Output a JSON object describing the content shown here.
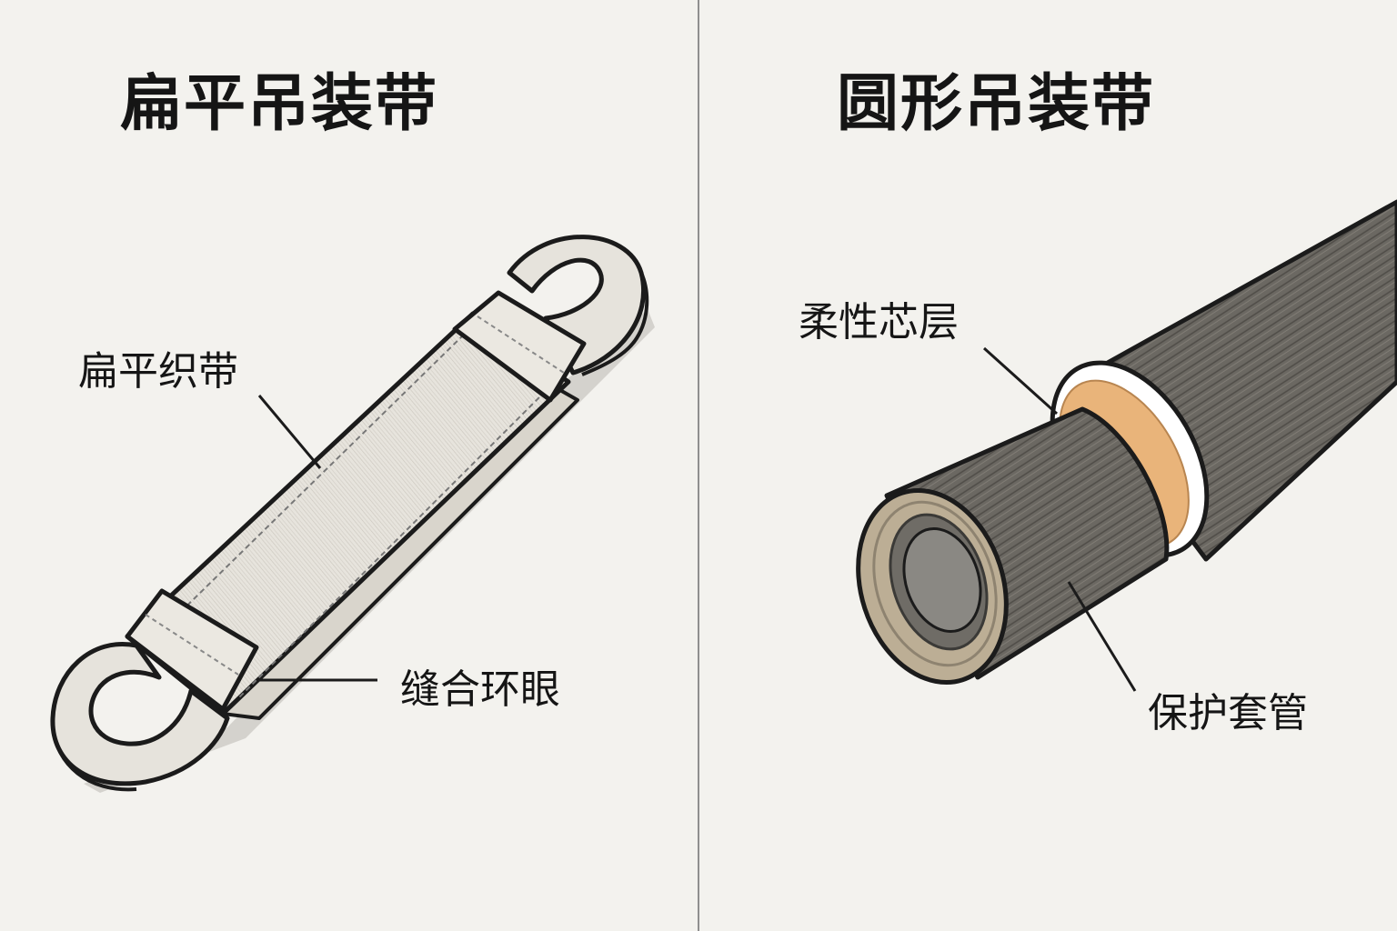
{
  "left_panel": {
    "title": "扁平吊装带",
    "callouts": {
      "webbing": "扁平织带",
      "stitched_eye": "缝合环眼"
    }
  },
  "right_panel": {
    "title": "圆形吊装带",
    "callouts": {
      "core": "柔性芯层",
      "sleeve": "保护套管"
    }
  },
  "colors": {
    "background": "#f3f2ee",
    "webbing": "#e6e3dc",
    "outline": "#1b1b1b",
    "sleeve": "#6b6862",
    "core": "#e9b47a",
    "divider": "#8f8f8f"
  }
}
